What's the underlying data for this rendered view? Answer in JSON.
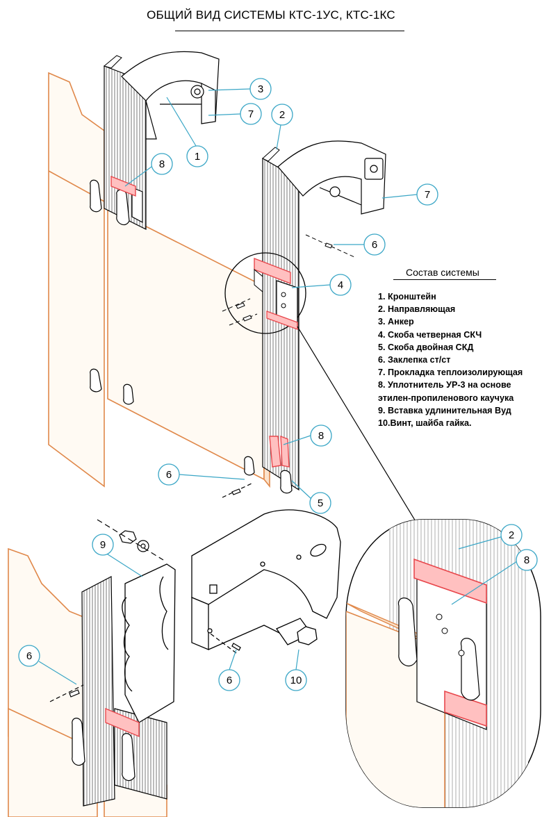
{
  "title": "ОБЩИЙ ВИД СИСТЕМЫ КТС-1УС, КТС-1КС",
  "colors": {
    "callout": "#3aa6c6",
    "panel": "#e0884a",
    "panel_fill": "#fffaf3",
    "seal": "#e8474c",
    "seal_fill": "#ffc0c0",
    "metal": "#000000"
  },
  "callouts": [
    "3",
    "7",
    "1",
    "8",
    "2",
    "7",
    "6",
    "4",
    "8",
    "6",
    "5",
    "9",
    "2",
    "8",
    "6",
    "6",
    "10"
  ],
  "legend": {
    "heading": "Состав системы",
    "items": [
      "1. Кронштейн",
      "2. Направляющая",
      "3. Анкер",
      "4. Скоба четверная СКЧ",
      "5. Скоба двойная СКД",
      "6. Заклепка ст/ст",
      "7. Прокладка теплоизолирующая",
      "8. Уплотнитель УР-3 на основе",
      "этилен-пропиленового каучука",
      "9. Вставка удлинительная Вуд",
      "10.Винт, шайба гайка."
    ]
  }
}
